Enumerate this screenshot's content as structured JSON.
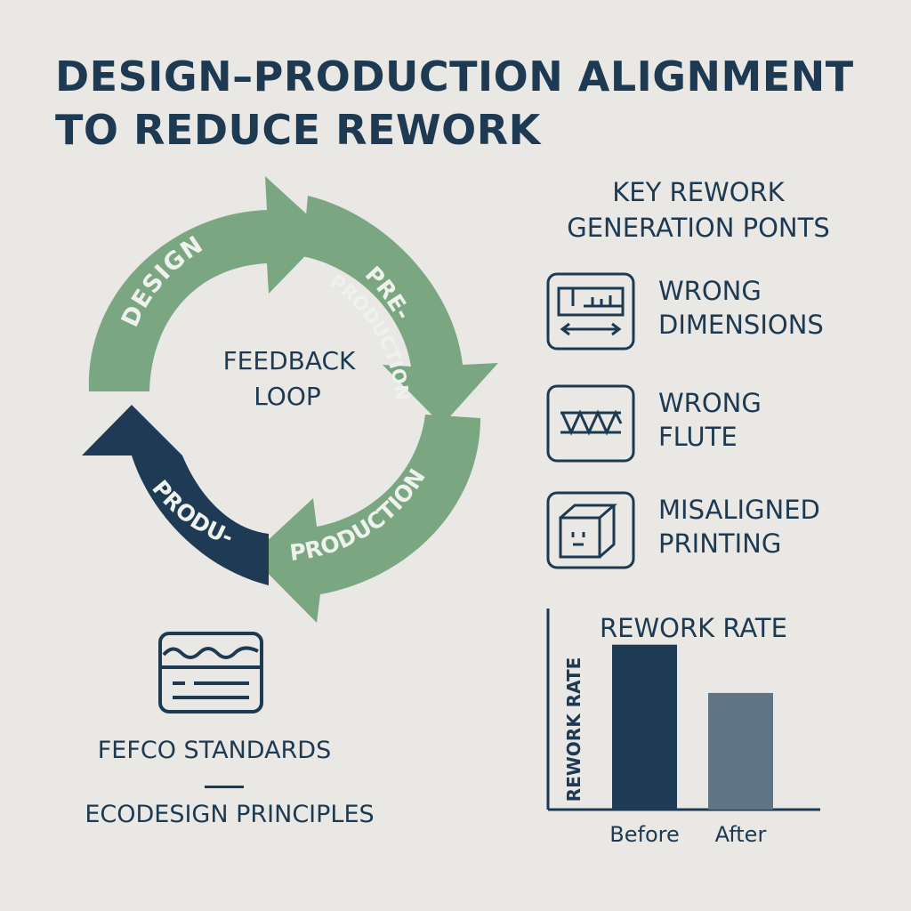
{
  "title": {
    "line1": "DESIGN–PRODUCTION ALIGNMENT",
    "line2": "TO REDUCE REWORK"
  },
  "cycle": {
    "center_line1": "FEEDBACK",
    "center_line2": "LOOP",
    "stages": [
      "DESIGN",
      "PRE-",
      "PRODUCTION",
      "PRODUCTION",
      "PRODU-"
    ],
    "colors": {
      "green": "#7ba682",
      "navy": "#1e3a54"
    }
  },
  "key_points": {
    "heading_line1": "KEY REWORK",
    "heading_line2": "GENERATION PONTS",
    "items": [
      {
        "line1": "WRONG",
        "line2": "DIMENSIONS",
        "icon": "ruler-icon"
      },
      {
        "line1": "WRONG",
        "line2": "FLUTE",
        "icon": "flute-icon"
      },
      {
        "line1": "MISALIGNED",
        "line2": "PRINTING",
        "icon": "box-icon"
      }
    ]
  },
  "standards": {
    "icon": "corrugated-board-icon",
    "line1": "FEFCO STANDARDS",
    "line2": "ECODESIGN PRINCIPLES"
  },
  "chart_data": {
    "type": "bar",
    "title": "REWORK RATE",
    "ylabel": "REWORK RATE",
    "xlabel": "",
    "categories": [
      "Before",
      "After"
    ],
    "values": [
      0.82,
      0.58
    ],
    "ylim": [
      0,
      1
    ],
    "colors": [
      "#1e3a54",
      "#5f7585"
    ],
    "grid": false
  }
}
